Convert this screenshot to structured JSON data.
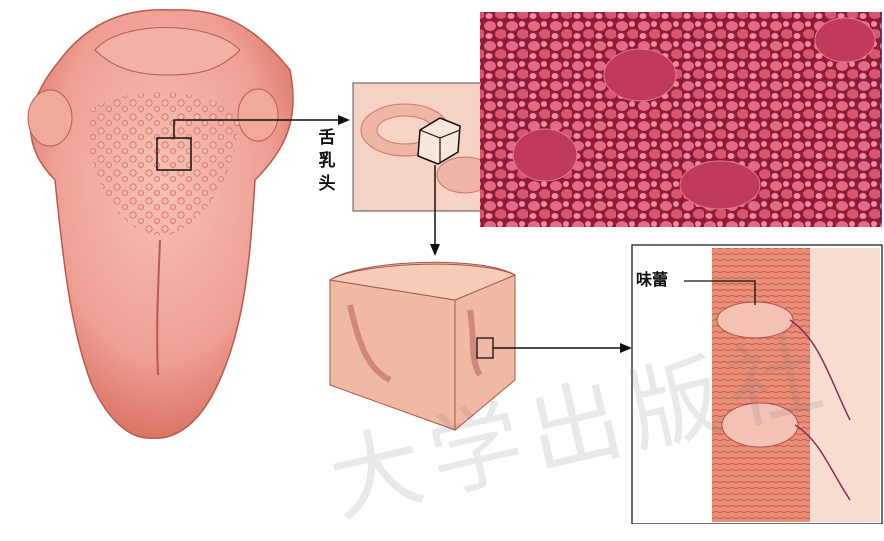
{
  "labels": {
    "papilla_chars": [
      "舌",
      "乳",
      "头"
    ],
    "taste_bud": "味蕾"
  },
  "watermark": "大学出版社",
  "colors": {
    "tongue": "#ef9f93",
    "tongue_edge": "#c9665b",
    "sem_background": "#9c2040",
    "sem_bumps": "#e0607a",
    "tissue_light": "#f3c2ad",
    "tissue_dark": "#d97563"
  }
}
